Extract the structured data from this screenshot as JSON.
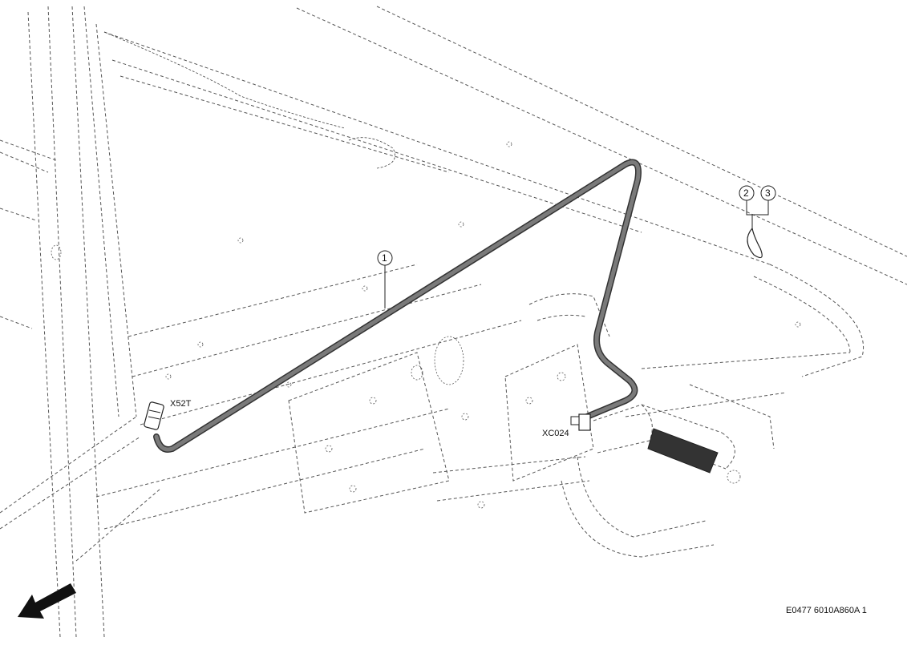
{
  "diagram": {
    "callouts": [
      {
        "id": "callout-1",
        "number": "1"
      },
      {
        "id": "callout-2",
        "number": "2"
      },
      {
        "id": "callout-3",
        "number": "3"
      }
    ],
    "connectors": {
      "x52t": "X52T",
      "xc024": "XC024"
    },
    "reference_code": "E0477 6010A860A 1",
    "colors": {
      "harness": "#7a7a7a",
      "line": "#333333"
    },
    "icons": [
      "direction-arrow-icon"
    ]
  }
}
